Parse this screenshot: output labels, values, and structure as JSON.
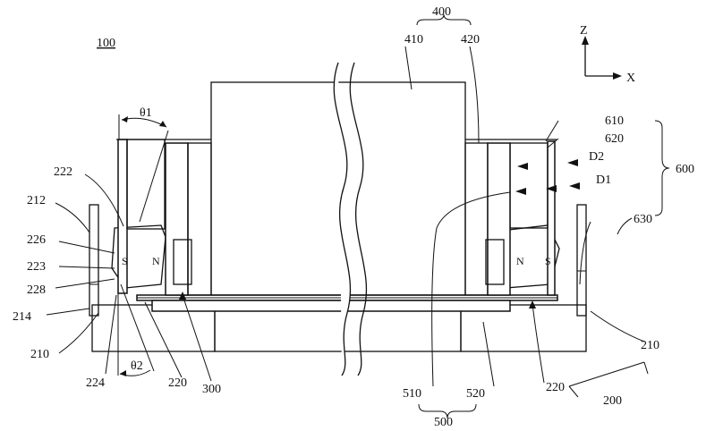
{
  "figure": {
    "ref_main": "100",
    "axis_z": "Z",
    "axis_x": "X",
    "pole_s": "S",
    "pole_n": "N",
    "angle_1": "θ1",
    "angle_2": "θ2",
    "ref_400": "400",
    "ref_410": "410",
    "ref_420": "420",
    "ref_610": "610",
    "ref_620": "620",
    "ref_600": "600",
    "ref_630": "630",
    "ref_d1": "D1",
    "ref_d2": "D2",
    "ref_222": "222",
    "ref_212": "212",
    "ref_226": "226",
    "ref_223": "223",
    "ref_228": "228",
    "ref_214": "214",
    "ref_210_left": "210",
    "ref_210_right": "210",
    "ref_224": "224",
    "ref_220_left": "220",
    "ref_220_right": "220",
    "ref_300": "300",
    "ref_510": "510",
    "ref_520": "520",
    "ref_500": "500",
    "ref_200": "200"
  }
}
